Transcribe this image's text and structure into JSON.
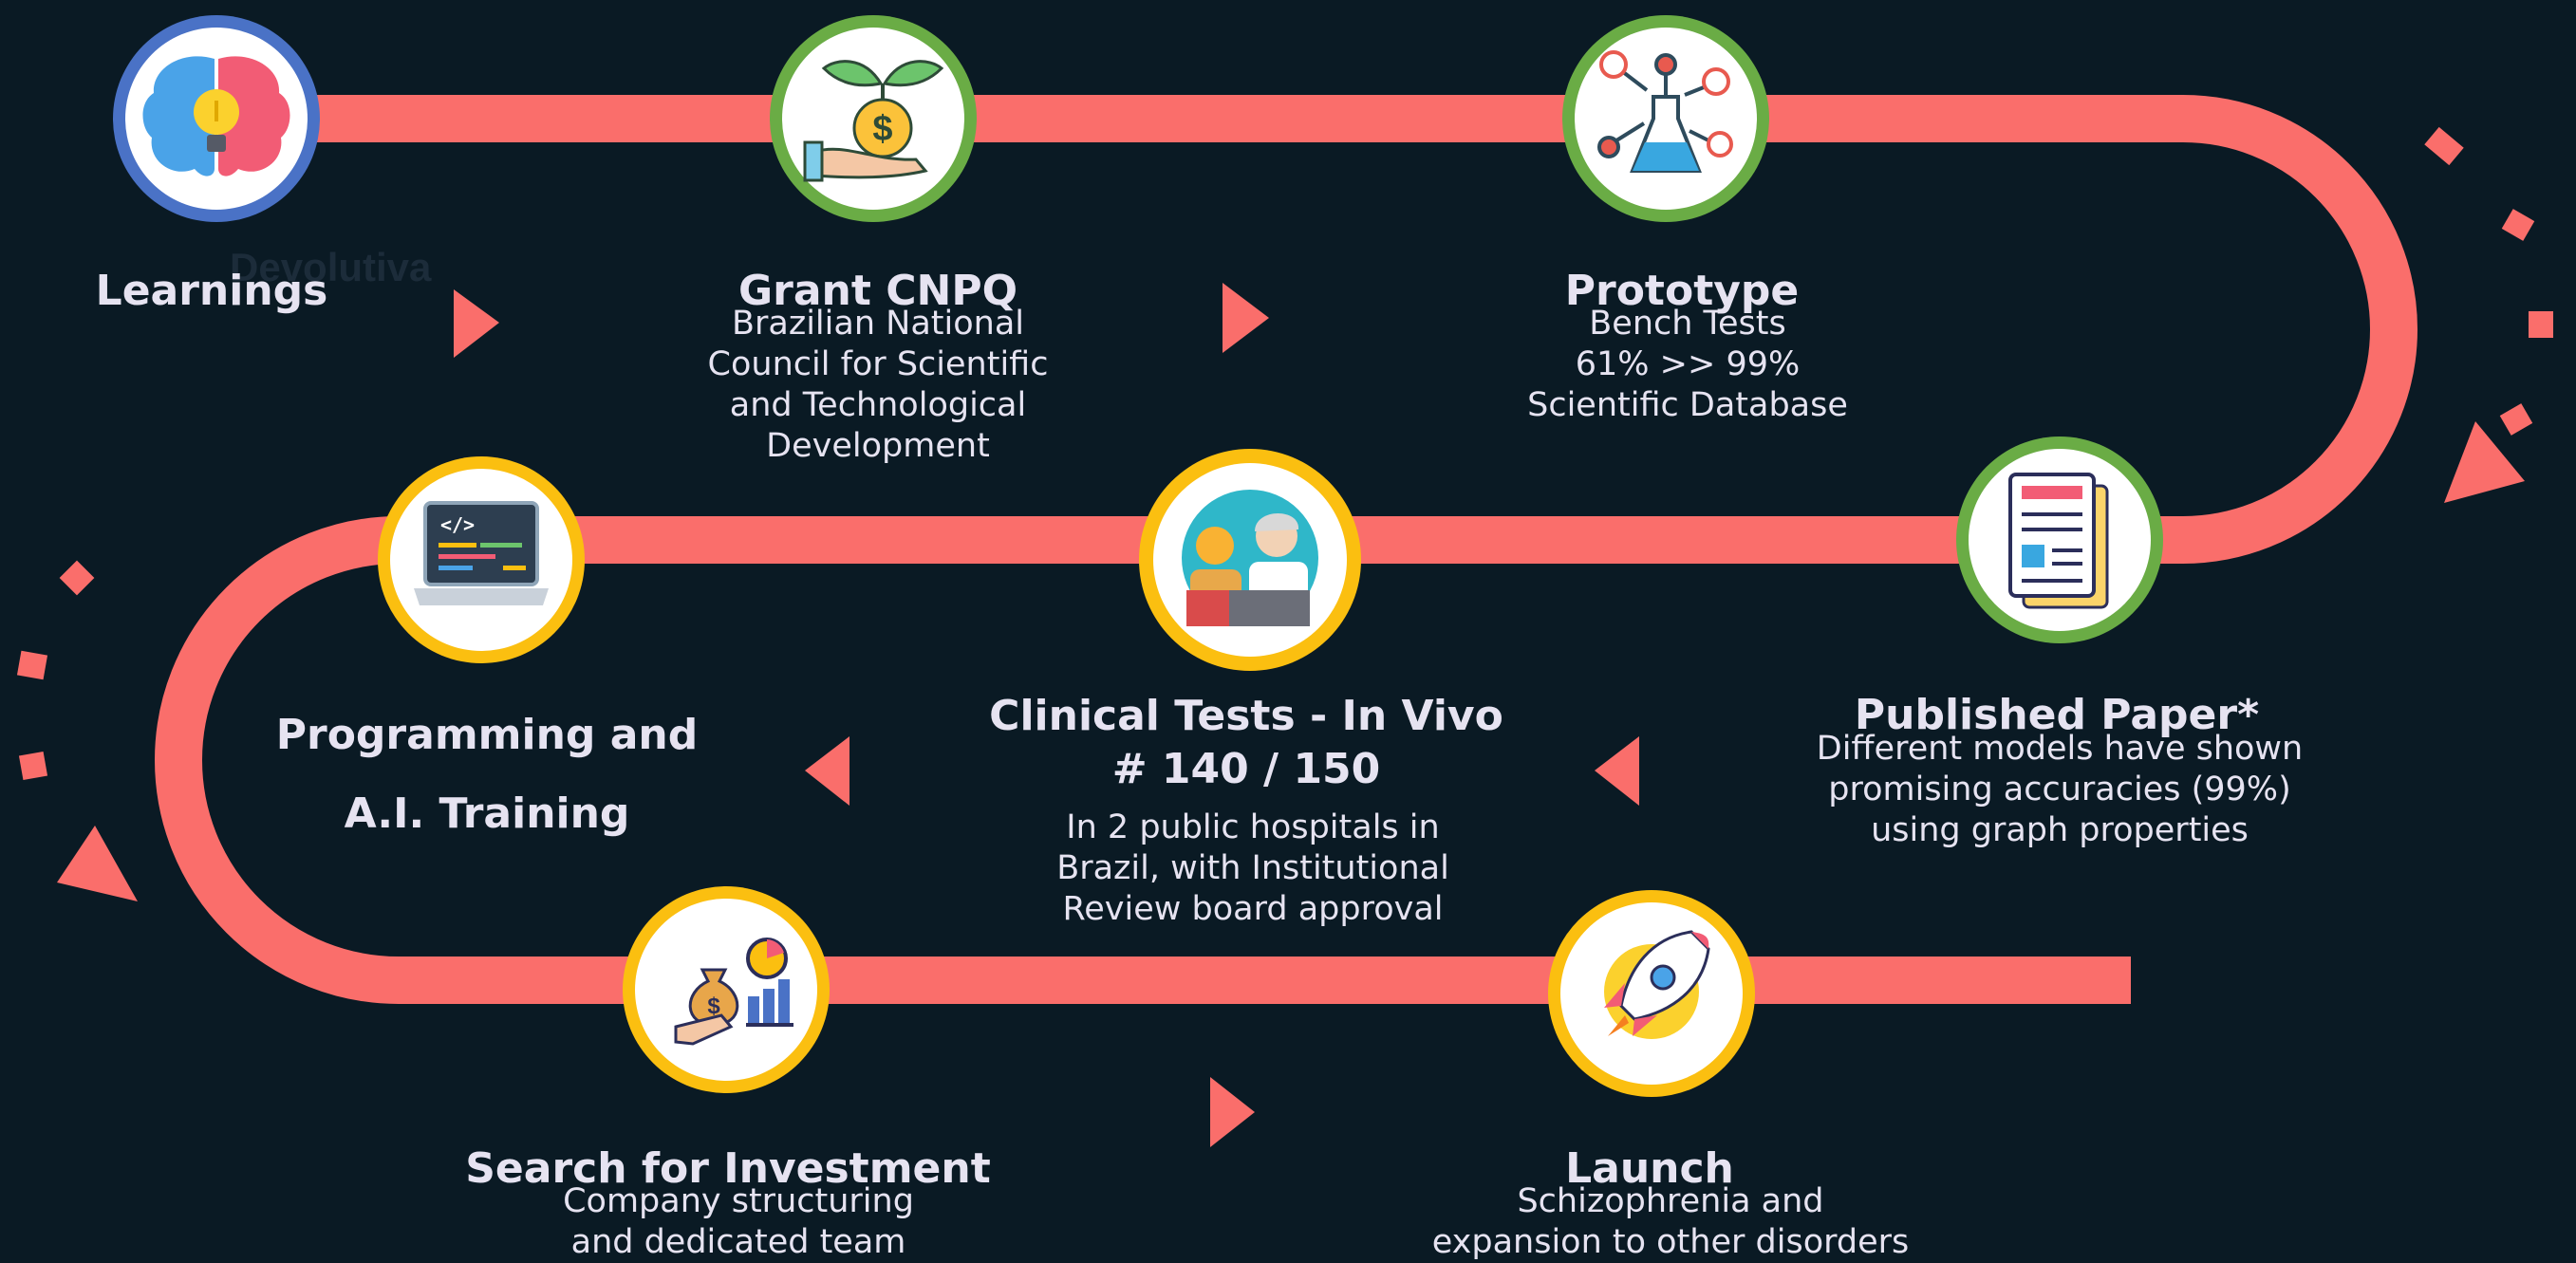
{
  "colors": {
    "background": "#0a1a24",
    "road": "#fa6e6b",
    "ring_blue": "#4a72c6",
    "ring_green": "#6aac45",
    "ring_yellow": "#fbbf10",
    "text": "#e6e3f1"
  },
  "watermark": "Devolutiva",
  "stages": [
    {
      "id": "learnings",
      "title": "Learnings",
      "description": [],
      "ring": "blue",
      "icon": "brain-lightbulb-icon"
    },
    {
      "id": "grant",
      "title": "Grant CNPQ",
      "description": [
        "Brazilian National",
        "Council for Scientific",
        "and Technological",
        "Development"
      ],
      "ring": "green",
      "icon": "money-plant-hand-icon"
    },
    {
      "id": "prototype",
      "title": "Prototype",
      "description": [
        "Bench Tests",
        "61% >> 99%",
        "Scientific Database"
      ],
      "ring": "green",
      "icon": "molecule-flask-icon"
    },
    {
      "id": "paper",
      "title": "Published Paper*",
      "description": [
        "Different models have shown",
        "promising accuracies (99%)",
        "using graph properties"
      ],
      "ring": "green",
      "icon": "document-icon"
    },
    {
      "id": "clinical",
      "title": "Clinical Tests - In Vivo",
      "subtitle": "# 140 / 150",
      "description": [
        "In 2 public hospitals in",
        "Brazil, with Institutional",
        "Review board approval"
      ],
      "ring": "yellow",
      "icon": "doctor-patient-icon"
    },
    {
      "id": "programming",
      "title": "Programming and",
      "title2": "A.I. Training",
      "description": [],
      "ring": "yellow",
      "icon": "laptop-code-icon"
    },
    {
      "id": "investment",
      "title": "Search for Investment",
      "description": [
        "Company structuring",
        "and dedicated team"
      ],
      "ring": "yellow",
      "icon": "money-bag-chart-icon"
    },
    {
      "id": "launch",
      "title": "Launch",
      "description": [
        "Schizophrenia and",
        "expansion to other disorders"
      ],
      "ring": "yellow",
      "icon": "rocket-icon"
    }
  ]
}
